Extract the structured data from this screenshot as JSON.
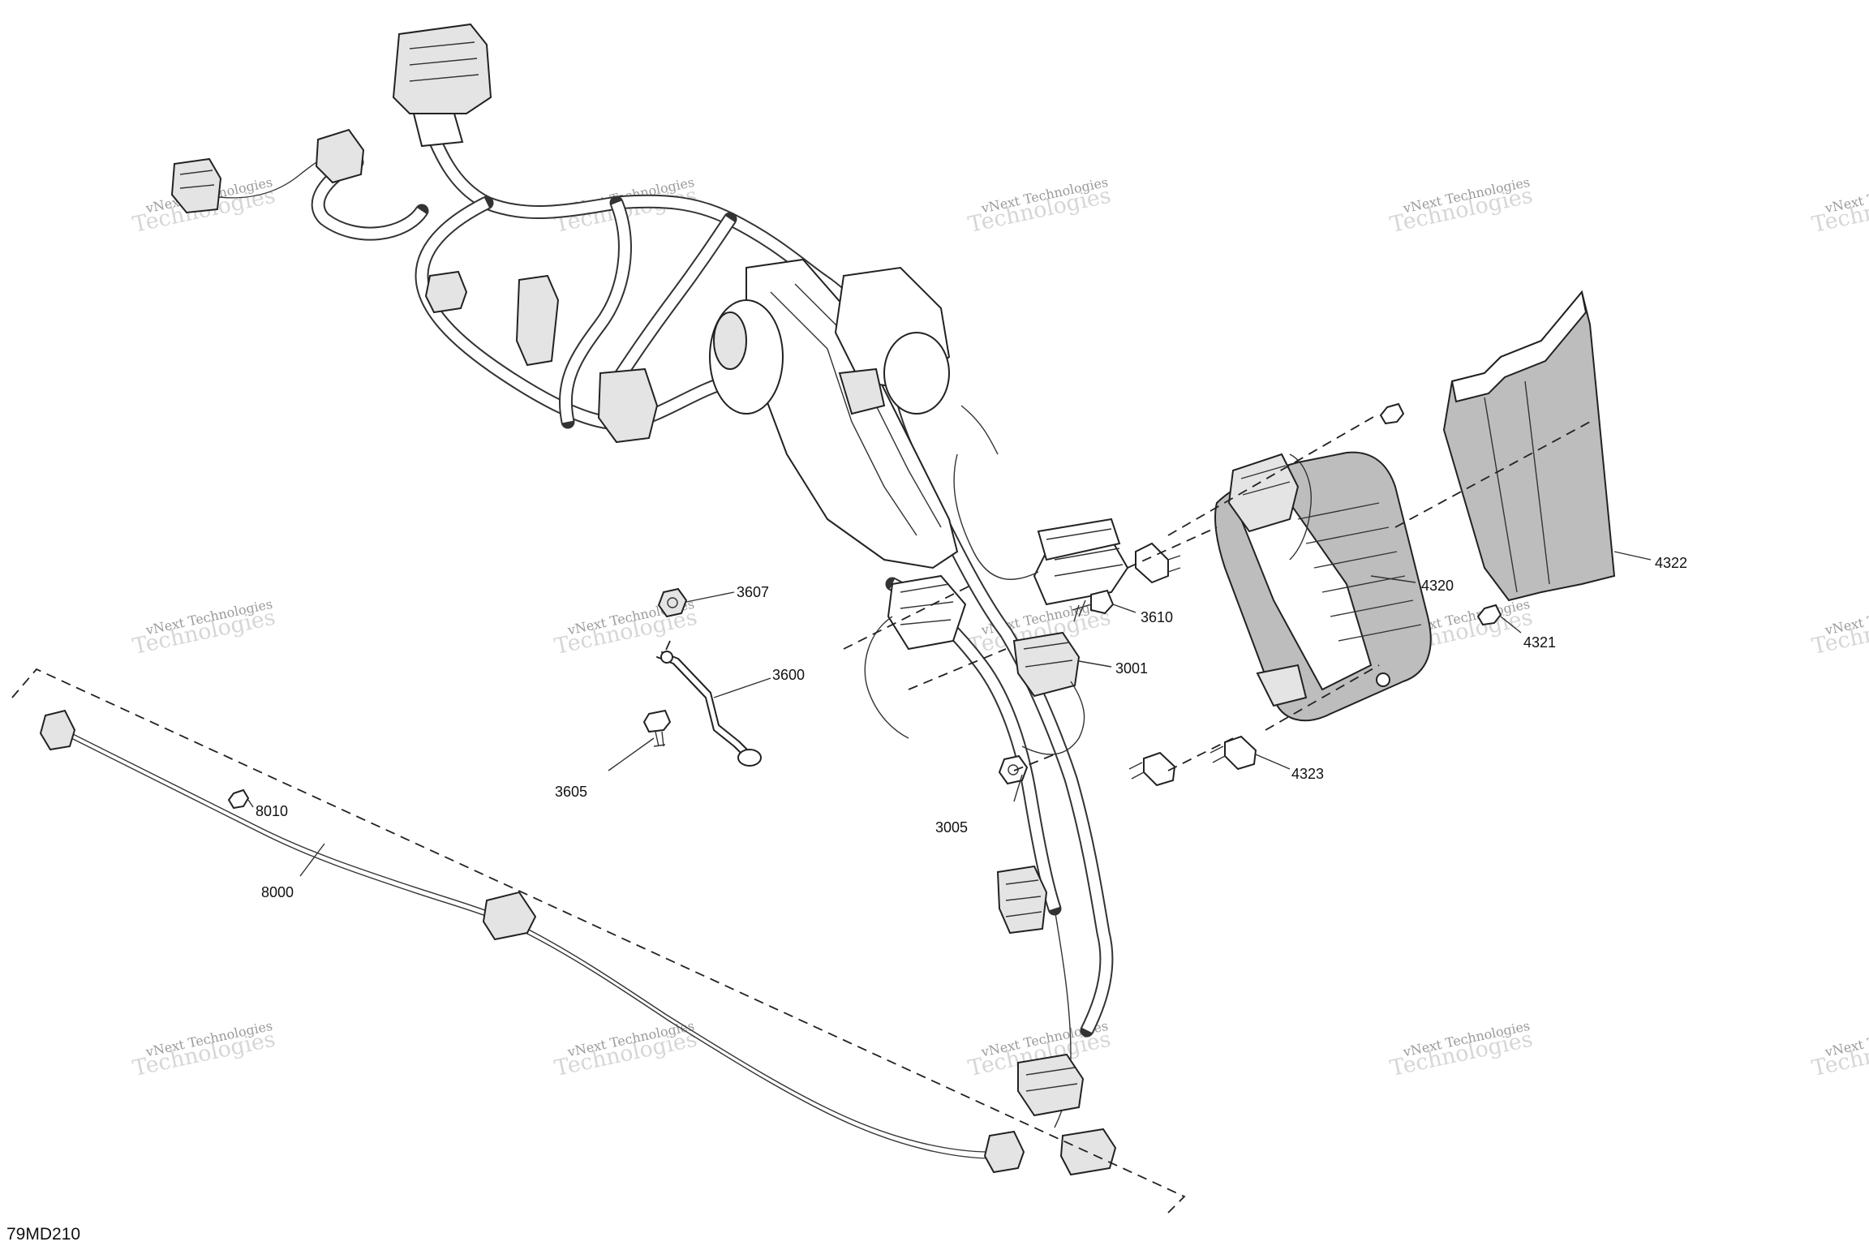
{
  "diagram": {
    "drawing_code": "79MD210",
    "watermark_line1": "vNext Technologies",
    "watermark_line2": "Technologies",
    "callouts": {
      "c3607": "3607",
      "c3600": "3600",
      "c3605": "3605",
      "c3610": "3610",
      "c3001": "3001",
      "c3005": "3005",
      "c4320": "4320",
      "c4321": "4321",
      "c4322": "4322",
      "c4323": "4323",
      "c8010": "8010",
      "c8000": "8000"
    }
  }
}
